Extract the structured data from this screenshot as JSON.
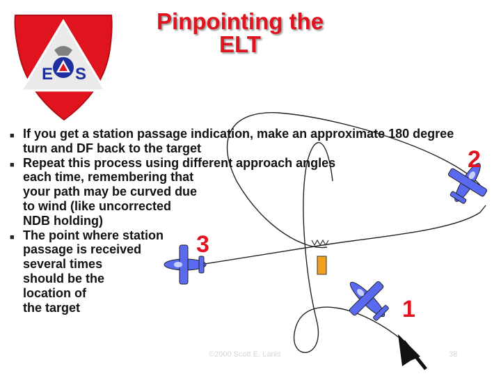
{
  "slide": {
    "title_line1": "Pinpointing the",
    "title_line2": "ELT",
    "logo": {
      "letter_left": "E",
      "letter_right": "S",
      "colors": {
        "border": "#e0141e",
        "field": "#e8e8e8",
        "letters": "#1e2fa0"
      }
    },
    "bullets": [
      {
        "lines": [
          "If you get a station passage indication, make an approximate 180 degree turn and DF back to the target"
        ]
      },
      {
        "lines": [
          "Repeat this process using different approach angles",
          "each time, remembering that",
          "your path may be curved due",
          "to wind (like uncorrected",
          "NDB holding)"
        ]
      },
      {
        "lines": [
          "The point where station",
          "passage is received",
          "several times",
          "should be the",
          "location of",
          "the target"
        ]
      }
    ],
    "diagram": {
      "labels": {
        "one": "1",
        "two": "2",
        "three": "3"
      },
      "colors": {
        "plane_fill": "#5a6af0",
        "number": "#e0141e",
        "target": "#f2a020",
        "path": "#222222"
      }
    },
    "footer": "©2000 Scott E. Lanis",
    "page_number": "38"
  }
}
